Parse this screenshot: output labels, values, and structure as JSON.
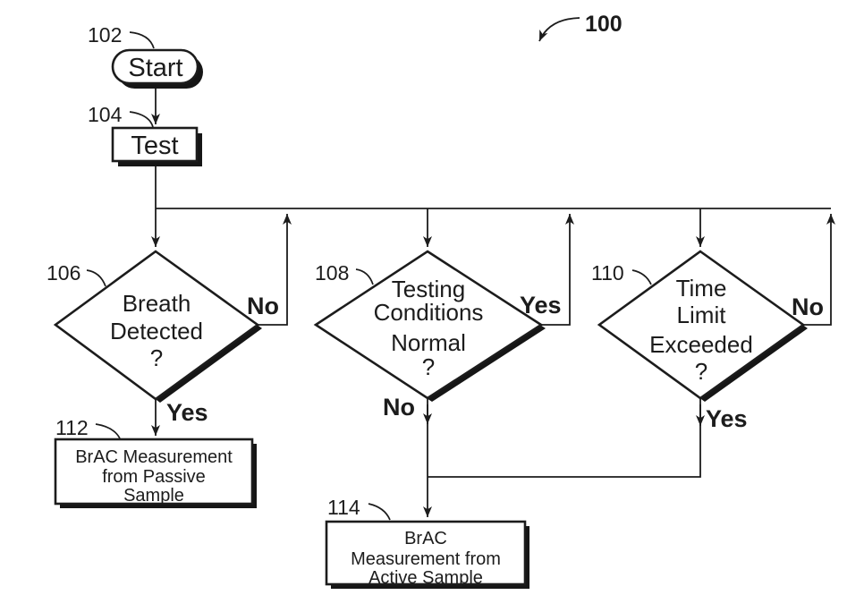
{
  "figure": {
    "ref_label": "100",
    "colors": {
      "ink": "#1c1c1c",
      "paper": "#ffffff"
    },
    "nodes": {
      "start": {
        "ref": "102",
        "label": "Start"
      },
      "test": {
        "ref": "104",
        "label": "Test"
      },
      "breath": {
        "ref": "106",
        "lines": [
          "Breath",
          "Detected",
          "?"
        ],
        "no_label": "No",
        "yes_label": "Yes"
      },
      "conditions": {
        "ref": "108",
        "lines": [
          "Testing",
          "Conditions",
          "Normal",
          "?"
        ],
        "yes_label": "Yes",
        "no_label": "No"
      },
      "timelimit": {
        "ref": "110",
        "lines": [
          "Time",
          "Limit",
          "Exceeded",
          "?"
        ],
        "no_label": "No",
        "yes_label": "Yes"
      },
      "passive": {
        "ref": "112",
        "lines": [
          "BrAC Measurement",
          "from Passive",
          "Sample"
        ]
      },
      "active": {
        "ref": "114",
        "lines": [
          "BrAC",
          "Measurement from",
          "Active Sample"
        ]
      }
    }
  }
}
